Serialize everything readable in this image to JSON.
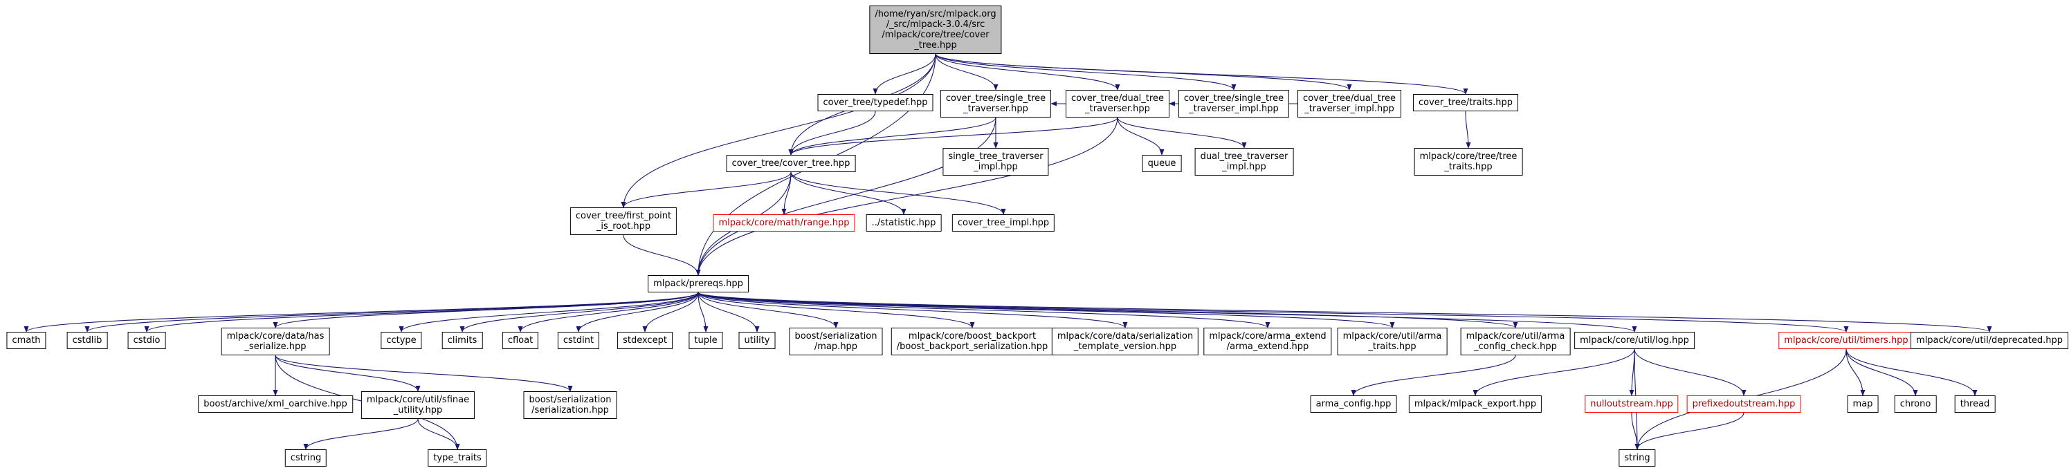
{
  "diagram": {
    "kind": "doxygen-include-dependency-graph",
    "colors": {
      "edge": "#191970",
      "node_border": "#000000",
      "truncated_border": "#ff0000",
      "focus_fill": "#bfbfbf",
      "background": "#ffffff"
    }
  },
  "nodes": {
    "main": {
      "label": "/home/ryan/src/mlpack.org\n/_src/mlpack-3.0.4/src\n/mlpack/core/tree/cover\n_tree.hpp"
    },
    "typedef": {
      "label": "cover_tree/typedef.hpp"
    },
    "stt": {
      "label": "cover_tree/single_tree\n_traverser.hpp"
    },
    "dtt": {
      "label": "cover_tree/dual_tree\n_traverser.hpp"
    },
    "stt_impl2": {
      "label": "cover_tree/single_tree\n_traverser_impl.hpp"
    },
    "dtt_impl2": {
      "label": "cover_tree/dual_tree\n_traverser_impl.hpp"
    },
    "traits": {
      "label": "cover_tree/traits.hpp"
    },
    "cover_inner": {
      "label": "cover_tree/cover_tree.hpp"
    },
    "stt_impl3": {
      "label": "single_tree_traverser\n_impl.hpp"
    },
    "queue": {
      "label": "queue"
    },
    "dtt_impl3": {
      "label": "dual_tree_traverser\n_impl.hpp"
    },
    "tree_traits": {
      "label": "mlpack/core/tree/tree\n_traits.hpp"
    },
    "first_point": {
      "label": "cover_tree/first_point\n_is_root.hpp"
    },
    "range": {
      "label": "mlpack/core/math/range.hpp"
    },
    "statistic": {
      "label": "../statistic.hpp"
    },
    "cover_impl": {
      "label": "cover_tree_impl.hpp"
    },
    "prereqs": {
      "label": "mlpack/prereqs.hpp"
    },
    "cmath": {
      "label": "cmath"
    },
    "cstdlib": {
      "label": "cstdlib"
    },
    "cstdio": {
      "label": "cstdio"
    },
    "has_serialize": {
      "label": "mlpack/core/data/has\n_serialize.hpp"
    },
    "cctype": {
      "label": "cctype"
    },
    "climits": {
      "label": "climits"
    },
    "cfloat": {
      "label": "cfloat"
    },
    "cstdint": {
      "label": "cstdint"
    },
    "stdexcept": {
      "label": "stdexcept"
    },
    "tuple": {
      "label": "tuple"
    },
    "utility": {
      "label": "utility"
    },
    "ser_map": {
      "label": "boost/serialization\n/map.hpp"
    },
    "boost_backport": {
      "label": "mlpack/core/boost_backport\n/boost_backport_serialization.hpp"
    },
    "ser_tmpl_ver": {
      "label": "mlpack/core/data/serialization\n_template_version.hpp"
    },
    "arma_extend": {
      "label": "mlpack/core/arma_extend\n/arma_extend.hpp"
    },
    "arma_traits": {
      "label": "mlpack/core/util/arma\n_traits.hpp"
    },
    "arma_config_check": {
      "label": "mlpack/core/util/arma\n_config_check.hpp"
    },
    "log": {
      "label": "mlpack/core/util/log.hpp"
    },
    "timers": {
      "label": "mlpack/core/util/timers.hpp"
    },
    "deprecated": {
      "label": "mlpack/core/util/deprecated.hpp"
    },
    "xml_oarchive": {
      "label": "boost/archive/xml_oarchive.hpp"
    },
    "sfinae": {
      "label": "mlpack/core/util/sfinae\n_utility.hpp"
    },
    "serialization": {
      "label": "boost/serialization\n/serialization.hpp"
    },
    "arma_config": {
      "label": "arma_config.hpp"
    },
    "mlpack_export": {
      "label": "mlpack/mlpack_export.hpp"
    },
    "nullout": {
      "label": "nulloutstream.hpp"
    },
    "prefixedout": {
      "label": "prefixedoutstream.hpp"
    },
    "map": {
      "label": "map"
    },
    "chrono": {
      "label": "chrono"
    },
    "thread": {
      "label": "thread"
    },
    "cstring": {
      "label": "cstring"
    },
    "type_traits": {
      "label": "type_traits"
    },
    "string": {
      "label": "string"
    }
  },
  "edges": [
    [
      "main",
      "typedef"
    ],
    [
      "main",
      "stt"
    ],
    [
      "main",
      "dtt"
    ],
    [
      "main",
      "stt_impl2"
    ],
    [
      "main",
      "dtt_impl2"
    ],
    [
      "main",
      "traits"
    ],
    [
      "main",
      "cover_inner"
    ],
    [
      "main",
      "first_point"
    ],
    [
      "main",
      "prereqs"
    ],
    [
      "typedef",
      "cover_inner"
    ],
    [
      "stt",
      "cover_inner"
    ],
    [
      "stt",
      "stt_impl3"
    ],
    [
      "stt",
      "prereqs"
    ],
    [
      "dtt",
      "cover_inner"
    ],
    [
      "dtt",
      "queue"
    ],
    [
      "dtt",
      "dtt_impl3"
    ],
    [
      "dtt",
      "prereqs"
    ],
    [
      "stt_impl2",
      "stt"
    ],
    [
      "dtt_impl2",
      "dtt"
    ],
    [
      "traits",
      "tree_traits"
    ],
    [
      "cover_inner",
      "prereqs"
    ],
    [
      "cover_inner",
      "range"
    ],
    [
      "cover_inner",
      "statistic"
    ],
    [
      "cover_inner",
      "first_point"
    ],
    [
      "cover_inner",
      "cover_impl"
    ],
    [
      "first_point",
      "prereqs"
    ],
    [
      "prereqs",
      "cmath"
    ],
    [
      "prereqs",
      "cstdlib"
    ],
    [
      "prereqs",
      "cstdio"
    ],
    [
      "prereqs",
      "has_serialize"
    ],
    [
      "prereqs",
      "cctype"
    ],
    [
      "prereqs",
      "climits"
    ],
    [
      "prereqs",
      "cfloat"
    ],
    [
      "prereqs",
      "cstdint"
    ],
    [
      "prereqs",
      "stdexcept"
    ],
    [
      "prereqs",
      "tuple"
    ],
    [
      "prereqs",
      "utility"
    ],
    [
      "prereqs",
      "ser_map"
    ],
    [
      "prereqs",
      "boost_backport"
    ],
    [
      "prereqs",
      "ser_tmpl_ver"
    ],
    [
      "prereqs",
      "arma_extend"
    ],
    [
      "prereqs",
      "arma_traits"
    ],
    [
      "prereqs",
      "arma_config_check"
    ],
    [
      "prereqs",
      "log"
    ],
    [
      "prereqs",
      "timers"
    ],
    [
      "prereqs",
      "deprecated"
    ],
    [
      "has_serialize",
      "xml_oarchive"
    ],
    [
      "has_serialize",
      "sfinae"
    ],
    [
      "has_serialize",
      "serialization"
    ],
    [
      "has_serialize",
      "type_traits"
    ],
    [
      "sfinae",
      "cstring"
    ],
    [
      "sfinae",
      "type_traits"
    ],
    [
      "arma_config_check",
      "arma_config"
    ],
    [
      "log",
      "mlpack_export"
    ],
    [
      "log",
      "nullout"
    ],
    [
      "log",
      "prefixedout"
    ],
    [
      "log",
      "string"
    ],
    [
      "timers",
      "map"
    ],
    [
      "timers",
      "chrono"
    ],
    [
      "timers",
      "thread"
    ],
    [
      "timers",
      "string"
    ],
    [
      "nullout",
      "string"
    ],
    [
      "prefixedout",
      "string"
    ]
  ]
}
